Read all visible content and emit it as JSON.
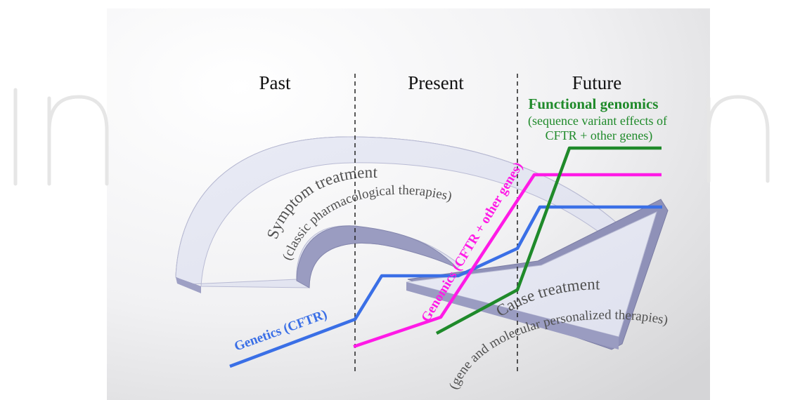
{
  "watermark": "IntechOpen",
  "phases": {
    "past": "Past",
    "present": "Present",
    "future": "Future"
  },
  "symptom": {
    "title": "Symptom treatment",
    "subtitle": "(classic pharmacological therapies)"
  },
  "cause": {
    "title": "Cause treatment",
    "subtitle": "(gene and molecular personalized therapies)"
  },
  "lines": {
    "genetics": {
      "label": "Genetics (CFTR)",
      "color": "#3a6fe6"
    },
    "genomics": {
      "label": "Genomics (CFTR + other genes)",
      "color": "#ff1ae6"
    },
    "functional": {
      "title": "Functional genomics",
      "desc1": "(sequence variant effects of",
      "desc2": "CFTR + other genes)",
      "color": "#1f8a2a"
    }
  },
  "colors": {
    "band_top": "#e4e6f1",
    "band_side": "#9a9cbf",
    "band_side_dark": "#7d7fa8",
    "background_light": "#fbfbfc",
    "background_dark": "#dcdcdc"
  }
}
